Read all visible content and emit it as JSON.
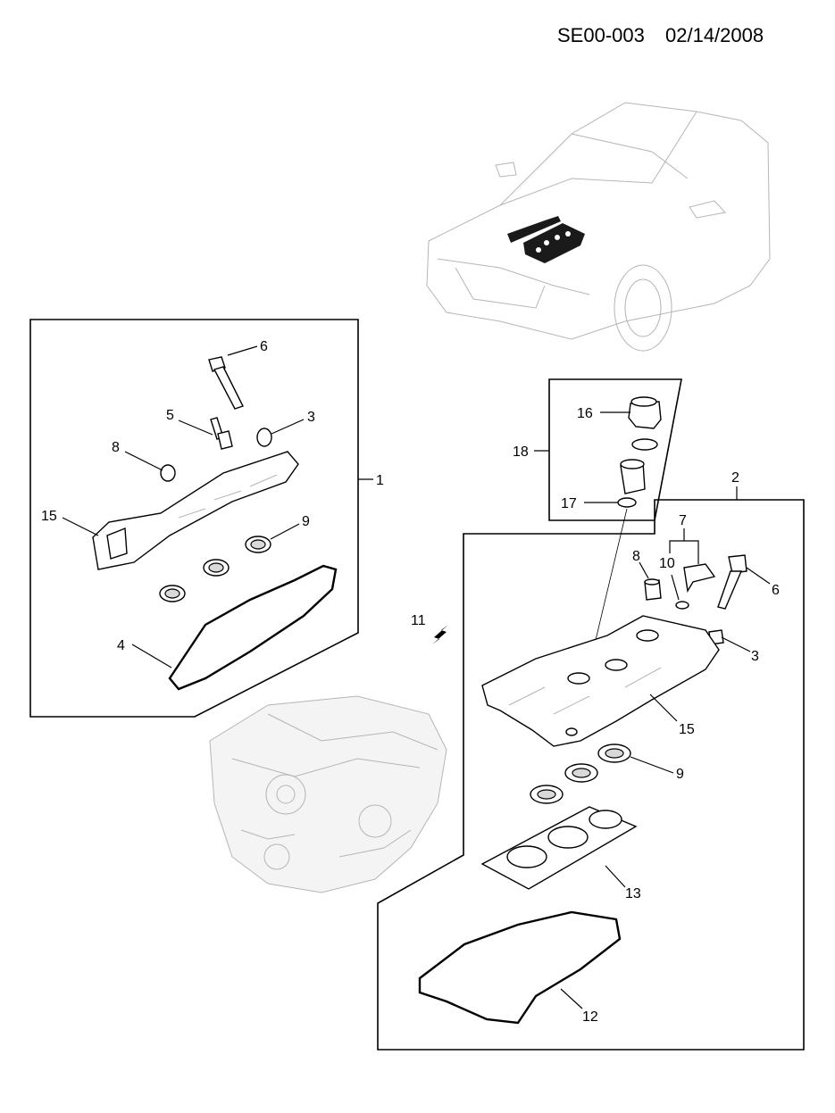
{
  "header": {
    "doc_code": "SE00-003",
    "date": "02/14/2008"
  },
  "callouts": {
    "c1": "1",
    "c2": "2",
    "c3": "3",
    "c4": "4",
    "c5": "5",
    "c6": "6",
    "c7": "7",
    "c8": "8",
    "c9": "9",
    "c10": "10",
    "c11": "11",
    "c12": "12",
    "c13": "13",
    "c15": "15",
    "c16": "16",
    "c17": "17",
    "c18": "18"
  }
}
